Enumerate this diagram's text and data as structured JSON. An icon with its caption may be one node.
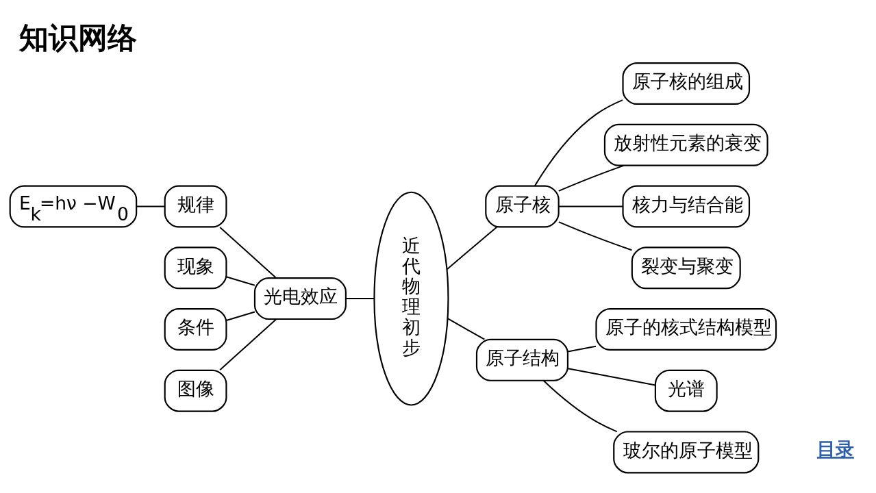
{
  "diagram": {
    "title": "知识网络",
    "nodes": [
      {
        "text": [
          "E$_{k}$=hν −W$_{0}$"
        ]
      },
      {
        "text": [
          "现象"
        ]
      },
      {
        "text": [
          "条件"
        ]
      },
      {
        "text": [
          "规律"
        ]
      },
      {
        "text": [
          "图像"
        ]
      },
      {
        "text": [
          "光电效应"
        ]
      },
      {
        "text": [
          "近代物理初步"
        ]
      },
      {
        "text": [
          "原子核"
        ]
      },
      {
        "text": [
          "原子结构"
        ]
      },
      {
        "text": [
          "原子核的组成"
        ]
      },
      {
        "text": [
          "放射性元素的衰变"
        ]
      },
      {
        "text": [
          "核力与结合能"
        ]
      },
      {
        "text": [
          "裂变与聚变"
        ]
      },
      {
        "text": [
          "原子的核式结构模型"
        ]
      },
      {
        "text": [
          "光谱"
        ]
      },
      {
        "text": [
          "玻尔的原子模型"
        ]
      }
    ],
    "edges": [
      {
        "from": 0,
        "to": 3,
        "arrow": "none"
      },
      {
        "from": 1,
        "to": 5,
        "arrow": "none"
      },
      {
        "from": 2,
        "to": 5,
        "arrow": "none"
      },
      {
        "from": 3,
        "to": 5,
        "arrow": "none"
      },
      {
        "from": 4,
        "to": 5,
        "arrow": "none"
      },
      {
        "from": 5,
        "to": 6,
        "arrow": "none"
      },
      {
        "from": 6,
        "to": 7,
        "arrow": "none"
      },
      {
        "from": 6,
        "to": 8,
        "arrow": "none"
      },
      {
        "from": 7,
        "to": 9,
        "arrow": "none"
      },
      {
        "from": 7,
        "to": 10,
        "arrow": "none"
      },
      {
        "from": 7,
        "to": 11,
        "arrow": "none"
      },
      {
        "from": 7,
        "to": 12,
        "arrow": "none"
      },
      {
        "from": 8,
        "to": 13,
        "arrow": "none"
      },
      {
        "from": 8,
        "to": 14,
        "arrow": "none"
      },
      {
        "from": 8,
        "to": 15,
        "arrow": "none"
      }
    ],
    "labels": [
      "目录"
    ]
  }
}
